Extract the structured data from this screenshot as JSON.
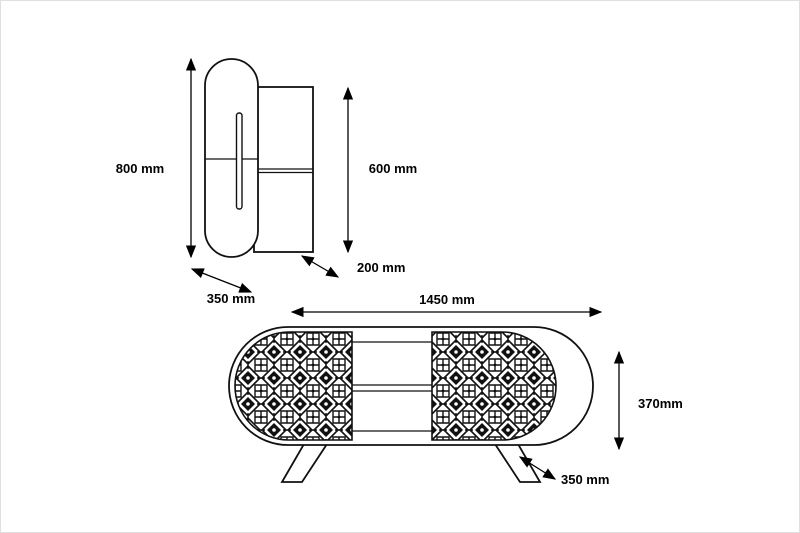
{
  "page": {
    "background": "#ffffff",
    "line_color": "#000000"
  },
  "wall_unit": {
    "name": "wall cabinet with oval door",
    "labels": {
      "height": "800 mm",
      "inner_height": "600 mm",
      "depth": "200 mm",
      "width": "350 mm"
    }
  },
  "tv_unit": {
    "name": "tv stand with ornamental doors",
    "labels": {
      "width": "1450 mm",
      "height": "370mm",
      "depth": "350 mm"
    }
  }
}
